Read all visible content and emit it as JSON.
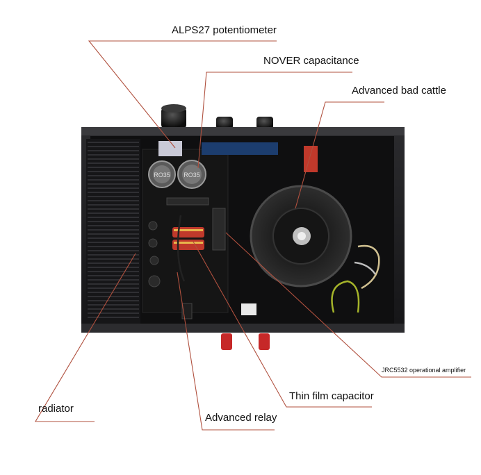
{
  "callouts": [
    {
      "id": "alps",
      "text": "ALPS27 potentiometer"
    },
    {
      "id": "nover",
      "text": "NOVER capacitance"
    },
    {
      "id": "cattle",
      "text": "Advanced bad cattle"
    },
    {
      "id": "jrc",
      "text": "JRC5532 operational amplifier"
    },
    {
      "id": "thinfilm",
      "text": "Thin film capacitor"
    },
    {
      "id": "radiator",
      "text": "radiator"
    },
    {
      "id": "relay",
      "text": "Advanced relay"
    }
  ],
  "component_marks": {
    "capacitor_left": "RO35",
    "capacitor_right": "RO35"
  },
  "colors": {
    "leader_line": "#b0503e",
    "chassis": "#1c1c1e",
    "pcb": "#1a1a1a",
    "transformer_body": "#2a2a2a",
    "terminal_red": "#c62828"
  }
}
